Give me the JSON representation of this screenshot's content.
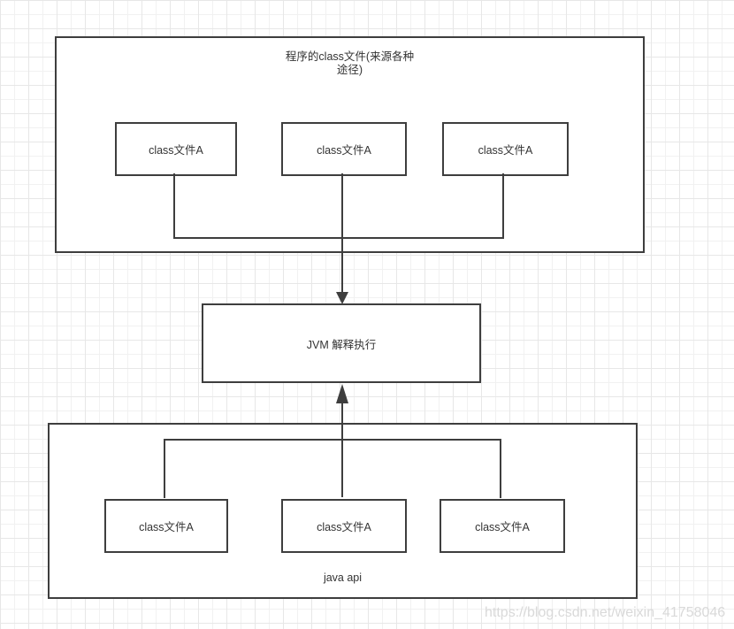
{
  "colors": {
    "background": "#ffffff",
    "border": "#3e3e3e",
    "text": "#333333",
    "grid_minor": "#f1f1f1",
    "grid_major": "#e7e7e7",
    "watermark": "#d9d9d9"
  },
  "top_group": {
    "title_line1": "程序的class文件(来源各种",
    "title_line2": "途径)",
    "boxes": [
      "class文件A",
      "class文件A",
      "class文件A"
    ]
  },
  "jvm": {
    "label": "JVM 解释执行"
  },
  "bottom_group": {
    "boxes": [
      "class文件A",
      "class文件A",
      "class文件A"
    ],
    "label": "java api"
  },
  "watermark": "https://blog.csdn.net/weixin_41758046"
}
